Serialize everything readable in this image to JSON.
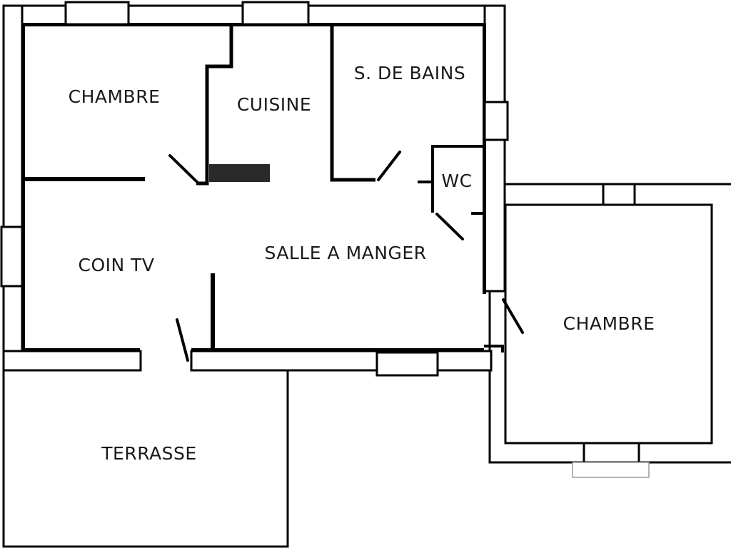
{
  "rooms": {
    "chambre_1": "CHAMBRE",
    "cuisine": "CUISINE",
    "salle_de_bains": "S. DE BAINS",
    "wc": "WC",
    "coin_tv": "COIN TV",
    "salle_a_manger": "SALLE A MANGER",
    "chambre_2": "CHAMBRE",
    "terrasse": "TERRASSE"
  },
  "colors": {
    "wall": "#000000",
    "background": "#ffffff",
    "text": "#1a1a1a",
    "counter": "#2a2a2a"
  }
}
